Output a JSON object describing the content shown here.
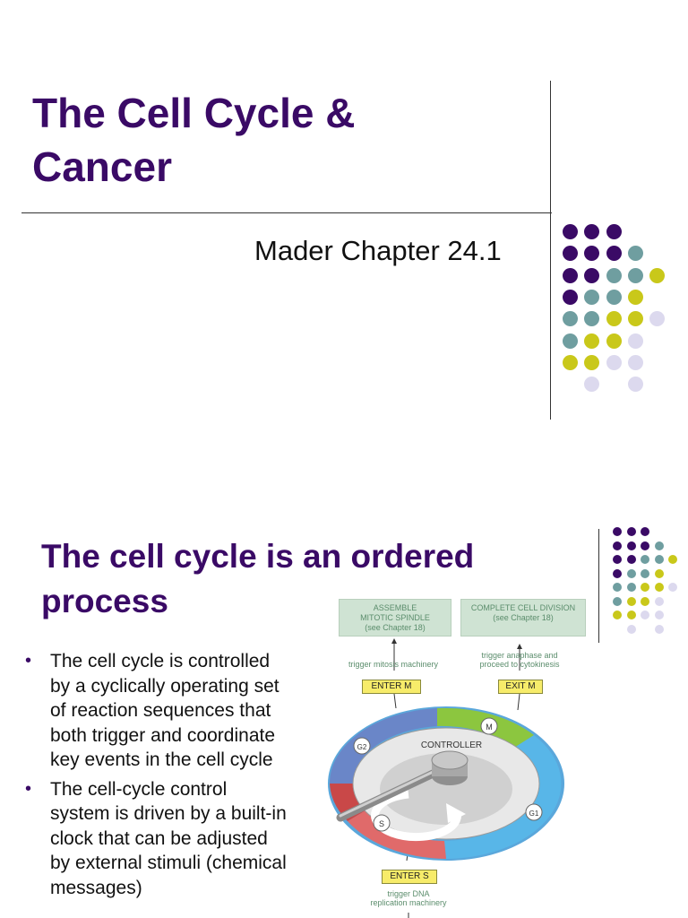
{
  "slide1": {
    "title_line1": "The Cell Cycle &",
    "title_line2": "Cancer",
    "subtitle": "Mader Chapter 24.1"
  },
  "slide2": {
    "title_line1": "The cell cycle is an ordered",
    "title_line2": "process",
    "bullets": [
      {
        "line1": "The cell cycle is controlled",
        "line2": "by a cyclically operating set",
        "line3": "of reaction sequences that",
        "line4": "both trigger and coordinate",
        "line5": "key events in the cell cycle"
      },
      {
        "line1": "The cell-cycle control",
        "line2": "system is driven by a built-in",
        "line3": "clock that can be adjusted",
        "line4": "by external stimuli (chemical",
        "line5": "messages)"
      }
    ],
    "figure": {
      "box_left_line1": "ASSEMBLE",
      "box_left_line2": "MITOTIC SPINDLE",
      "box_left_line3": "(see Chapter 18)",
      "box_right_line1": "COMPLETE CELL DIVISION",
      "box_right_line2": "(see Chapter 18)",
      "note_left": "trigger mitosis machinery",
      "note_right_line1": "trigger anaphase and",
      "note_right_line2": "proceed to cytokinesis",
      "tag_enter_m": "ENTER M",
      "tag_exit_m": "EXIT M",
      "label_controller": "CONTROLLER",
      "label_m": "M",
      "label_g2": "G2",
      "label_s": "S",
      "label_g1": "G1",
      "tag_enter_s": "ENTER S",
      "note_bottom_line1": "trigger DNA",
      "note_bottom_line2": "replication machinery"
    }
  },
  "colors": {
    "title": "#3a0a66",
    "dot_purple": "#3a0a66",
    "dot_teal": "#6f9ea0",
    "dot_yellow": "#c9c81a",
    "dot_lavender": "#dcd9ee",
    "wheel_blue": "#6a86c8",
    "wheel_green": "#8cc63f",
    "wheel_cyan": "#58b6e8",
    "wheel_red": "#e05a5a"
  }
}
